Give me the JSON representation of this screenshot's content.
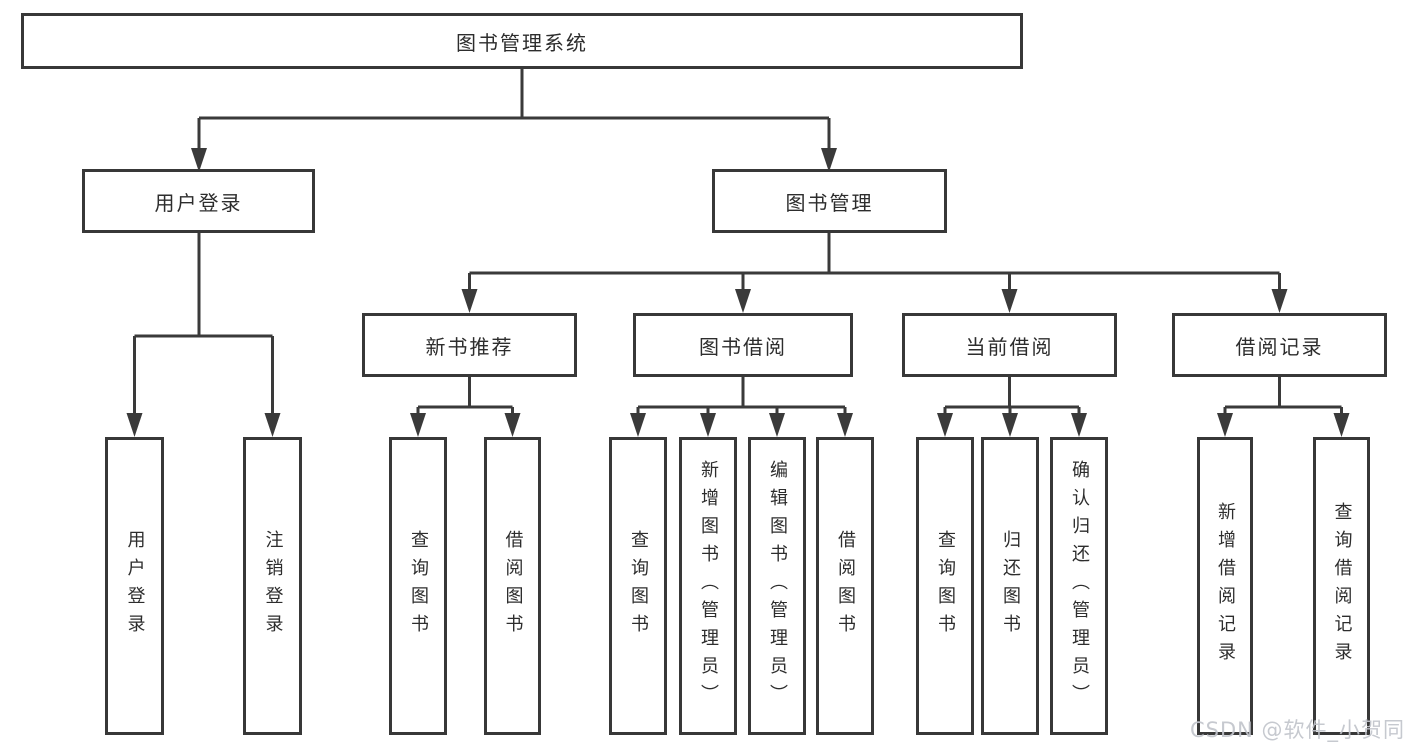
{
  "diagram": {
    "root": {
      "label": "图书管理系统"
    },
    "branches": [
      {
        "label": "用户登录",
        "leaves": [
          {
            "label": "用户登录"
          },
          {
            "label": "注销登录"
          }
        ]
      },
      {
        "label": "图书管理",
        "groups": [
          {
            "label": "新书推荐",
            "leaves": [
              {
                "label": "查询图书"
              },
              {
                "label": "借阅图书"
              }
            ]
          },
          {
            "label": "图书借阅",
            "leaves": [
              {
                "label": "查询图书"
              },
              {
                "label": "新增图书（管理员）"
              },
              {
                "label": "编辑图书（管理员）"
              },
              {
                "label": "借阅图书"
              }
            ]
          },
          {
            "label": "当前借阅",
            "leaves": [
              {
                "label": "查询图书"
              },
              {
                "label": "归还图书"
              },
              {
                "label": "确认归还（管理员）"
              }
            ]
          },
          {
            "label": "借阅记录",
            "leaves": [
              {
                "label": "新增借阅记录"
              },
              {
                "label": "查询借阅记录"
              }
            ]
          }
        ]
      }
    ]
  },
  "watermark": {
    "text": "CSDN @软件_小贺同学"
  },
  "colors": {
    "line": "#3a3a3a",
    "box_border": "#383838",
    "box_background": "#ffffff",
    "text": "#2d2d2d",
    "watermark": "#c2c5cc",
    "page_background": "#ffffff"
  }
}
